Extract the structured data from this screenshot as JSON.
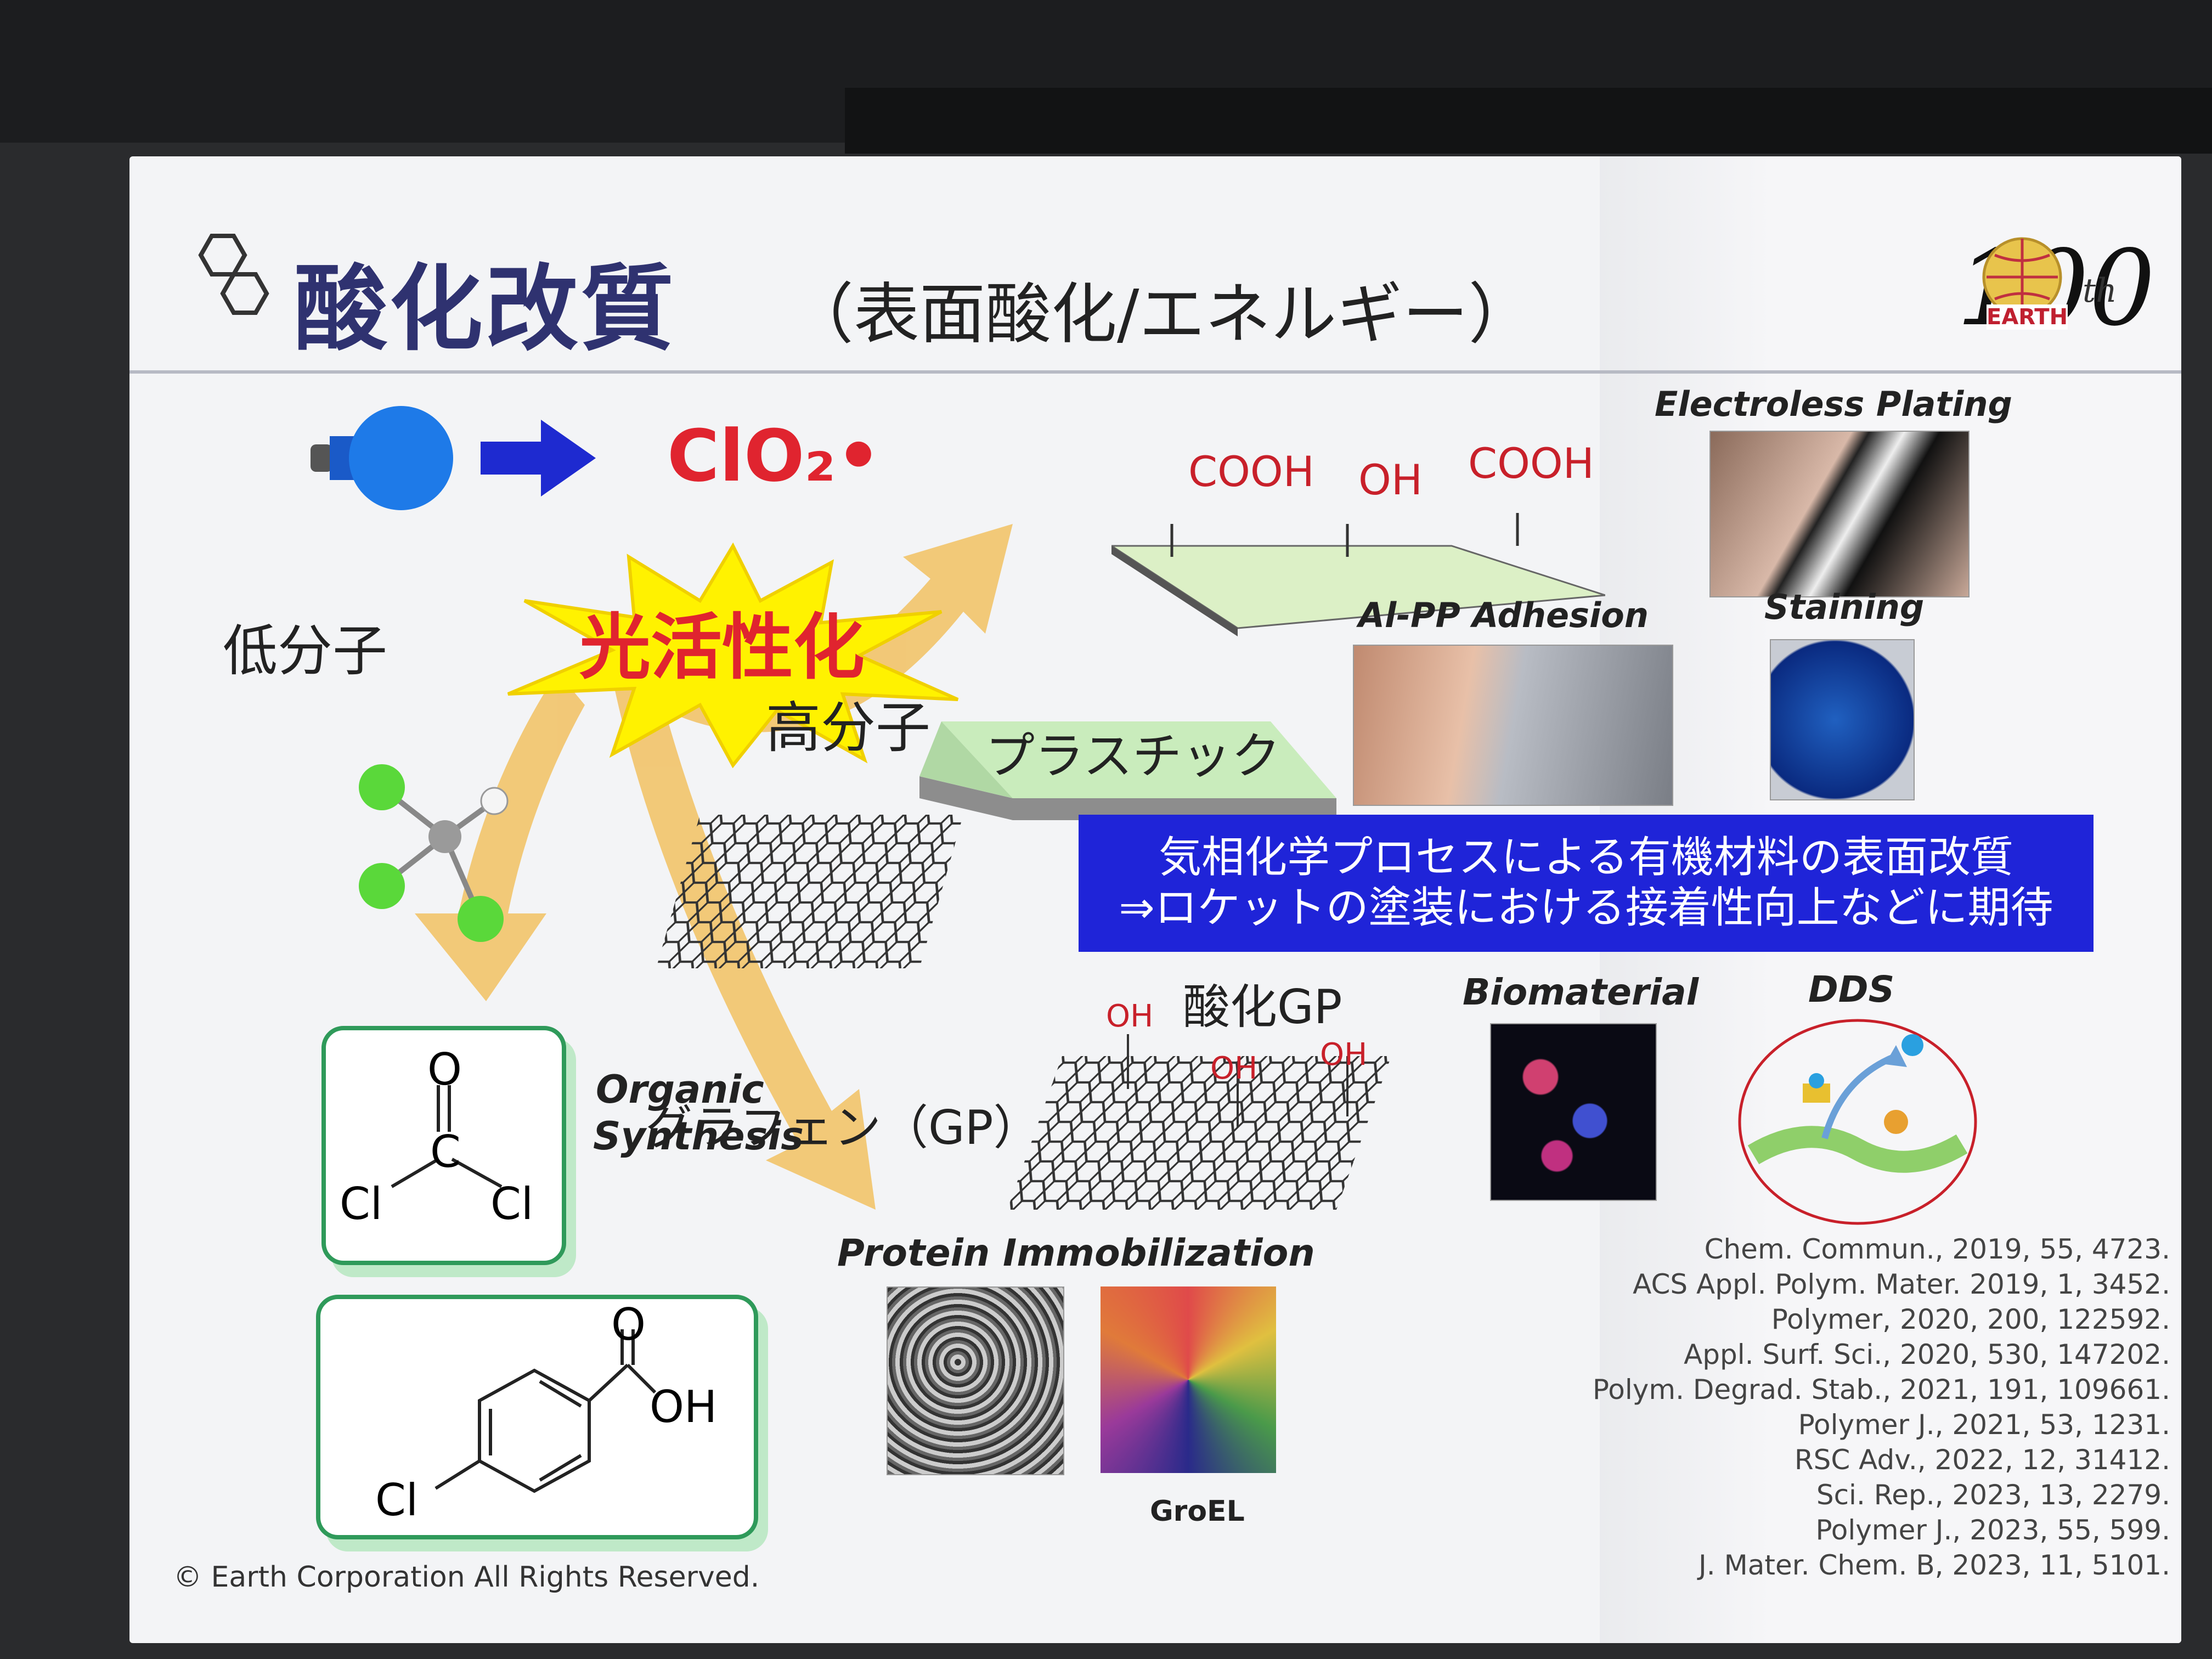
{
  "title": {
    "main": "酸化改質",
    "sub": "（表面酸化/エネルギー）"
  },
  "logo": {
    "text": "EARTH",
    "number": "100",
    "suffix": "th"
  },
  "reagent": "ClO₂•",
  "activation": "光活性化",
  "labels": {
    "low_molecule": "低分子",
    "high_molecule": "高分子",
    "plastic": "プラスチック",
    "graphene": "グラフェン（GP）",
    "oxidized_gp": "酸化GP",
    "organic_synthesis_1": "Organic",
    "organic_synthesis_2": "Synthesis",
    "protein_immobilization": "Protein Immobilization",
    "groel": "GroEL",
    "electroless_plating": "Electroless Plating",
    "al_pp": "Al-PP Adhesion",
    "staining": "Staining",
    "biomaterial": "Biomaterial",
    "dds": "DDS"
  },
  "surface_groups": [
    "COOH",
    "OH",
    "COOH"
  ],
  "gp_groups": [
    "OH",
    "OH",
    "OH"
  ],
  "phosgene": {
    "o": "O",
    "c": "C",
    "cl_left": "Cl",
    "cl_right": "Cl"
  },
  "benzoic": {
    "o": "O",
    "oh": "OH",
    "cl": "Cl"
  },
  "banner": {
    "line1": "気相化学プロセスによる有機材料の表面改質",
    "line2": "⇒ロケットの塗装における接着性向上などに期待"
  },
  "references": [
    "Chem. Commun., 2019, 55, 4723.",
    "ACS Appl. Polym. Mater. 2019, 1, 3452.",
    "Polymer, 2020, 200, 122592.",
    "Appl. Surf. Sci., 2020, 530, 147202.",
    "Polym. Degrad. Stab., 2021, 191, 109661.",
    "Polymer J., 2021, 53, 1231.",
    "RSC Adv., 2022, 12, 31412.",
    "Sci. Rep., 2023, 13, 2279.",
    "Polymer J., 2023, 55, 599.",
    "J. Mater. Chem. B, 2023, 11, 5101."
  ],
  "copyright": "© Earth Corporation  All Rights Reserved.",
  "colors": {
    "title": "#2f3270",
    "reagent": "#e0242f",
    "activation": "#e0242f",
    "banner": "#1f24d8",
    "arrow": "#f2c46a",
    "box_border": "#2f9a5a"
  }
}
